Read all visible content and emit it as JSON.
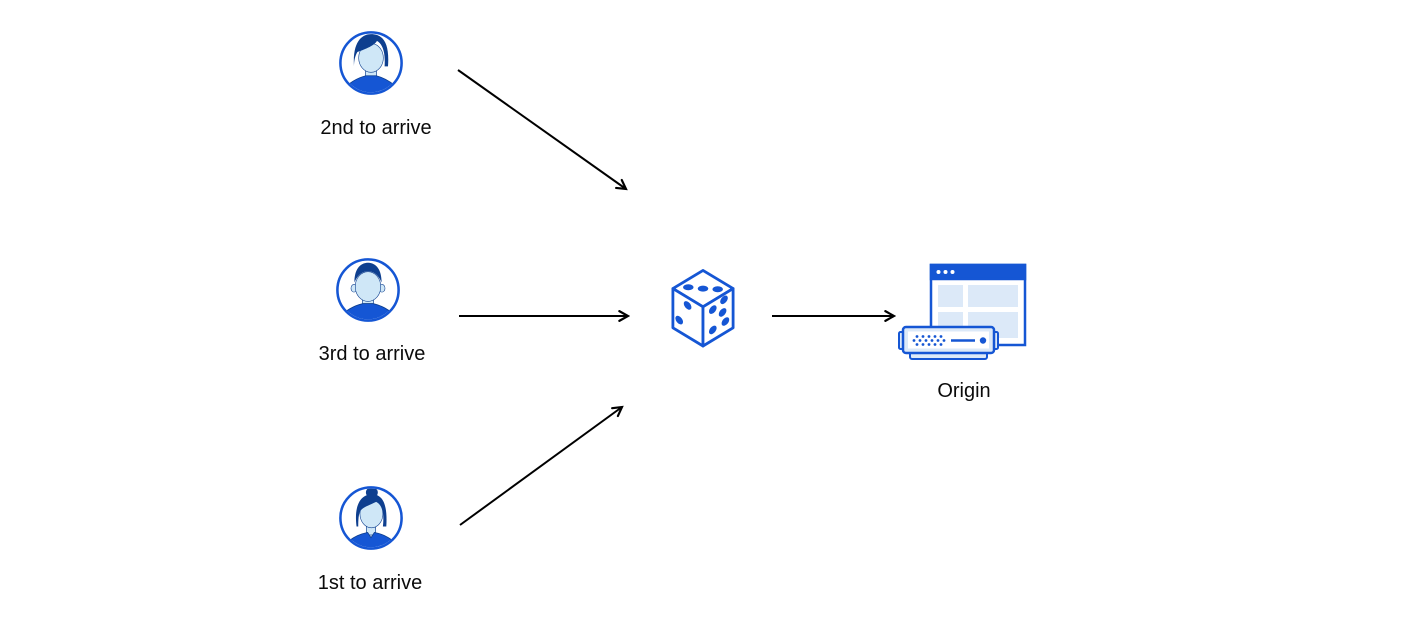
{
  "diagram": {
    "title": "random-steering-diagram",
    "background": "#ffffff",
    "colors": {
      "primary_blue": "#1556d4",
      "dark_navy": "#0e3f8f",
      "light_face_fill": "#cfe7f7",
      "pale_block_fill": "#dce9f8",
      "arrow": "#000000",
      "label_text": "#0b0b0b"
    },
    "nodes": [
      {
        "id": "visitor-2nd",
        "label": "2nd to arrive",
        "icon": "user-male-avatar-icon"
      },
      {
        "id": "visitor-3rd",
        "label": "3rd to arrive",
        "icon": "user-male-avatar-icon"
      },
      {
        "id": "visitor-1st",
        "label": "1st to arrive",
        "icon": "user-female-avatar-icon"
      },
      {
        "id": "random-picker",
        "label": "",
        "icon": "dice-icon"
      },
      {
        "id": "origin",
        "label": "Origin",
        "icon": "origin-server-browser-icon"
      }
    ],
    "arrows": [
      {
        "from": "visitor-2nd",
        "to": "random-picker",
        "direction": "down-right"
      },
      {
        "from": "visitor-3rd",
        "to": "random-picker",
        "direction": "right"
      },
      {
        "from": "visitor-1st",
        "to": "random-picker",
        "direction": "up-right"
      },
      {
        "from": "random-picker",
        "to": "origin",
        "direction": "right"
      }
    ]
  }
}
